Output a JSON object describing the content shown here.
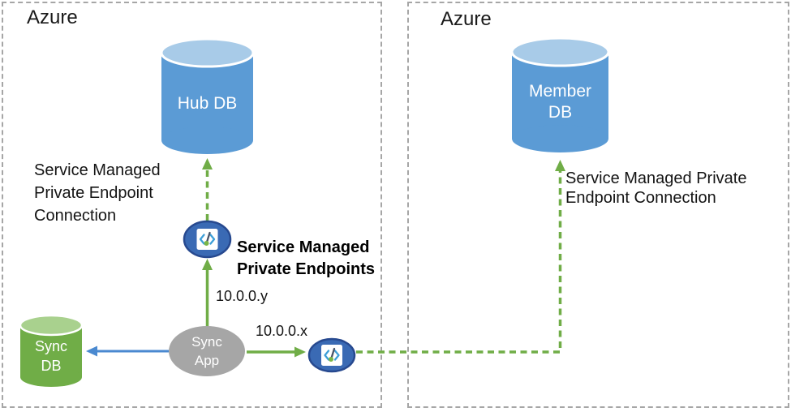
{
  "regions": {
    "left": {
      "label": "Azure"
    },
    "right": {
      "label": "Azure"
    }
  },
  "nodes": {
    "hub_db": {
      "label": "Hub DB",
      "type": "database"
    },
    "member_db": {
      "label": "Member DB",
      "type": "database"
    },
    "sync_db": {
      "label": "Sync DB",
      "type": "database"
    },
    "sync_app": {
      "label": "Sync App",
      "type": "application"
    },
    "private_endpoint_hub": {
      "icon": "private-endpoint-icon"
    },
    "private_endpoint_member": {
      "icon": "private-endpoint-icon"
    }
  },
  "labels": {
    "hub_connection": "Service Managed Private Endpoint Connection",
    "member_connection": "Service Managed Private Endpoint Connection",
    "private_endpoints": "Service Managed Private Endpoints",
    "ip_y": "10.0.0.y",
    "ip_x": "10.0.0.x"
  },
  "colors": {
    "region_border": "#a6a6a6",
    "db_blue_body": "#5b9bd5",
    "db_blue_top": "#a8cbe8",
    "db_green_body": "#70ad47",
    "db_green_top": "#a9d18e",
    "app_gray": "#a6a6a6",
    "endpoint_blue": "#3a6ab4",
    "endpoint_border": "#27498f",
    "arrow_green": "#70ad47",
    "arrow_blue": "#4a89d0",
    "text": "#1a1a1a"
  }
}
